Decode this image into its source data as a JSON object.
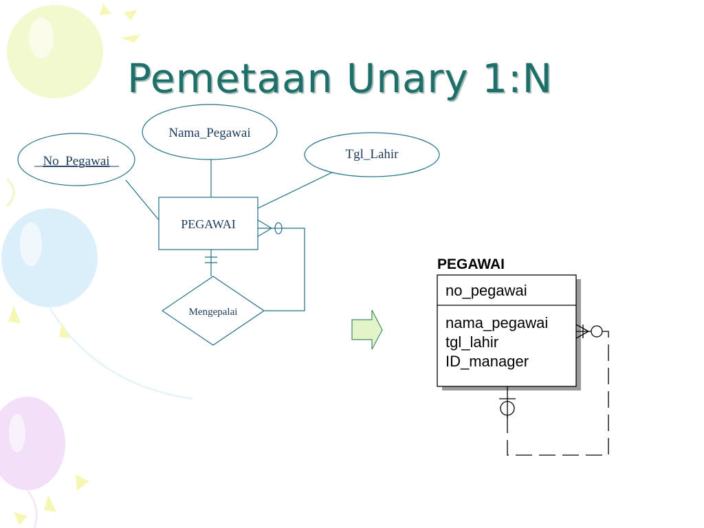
{
  "slide": {
    "title": "Pemetaan Unary 1:N"
  },
  "er_diagram": {
    "entity": "PEGAWAI",
    "attributes": {
      "key": "No_Pegawai",
      "name": "Nama_Pegawai",
      "birth": "Tgl_Lahir"
    },
    "relationship": "Mengepalai"
  },
  "table_diagram": {
    "table_name": "PEGAWAI",
    "primary_key": "no_pegawai",
    "columns": [
      "nama_pegawai",
      "tgl_lahir",
      "ID_manager"
    ]
  },
  "colors": {
    "title": "#1e6e6a",
    "er_lines": "#1f6f86",
    "arrow_fill": "#e3f4c9"
  }
}
